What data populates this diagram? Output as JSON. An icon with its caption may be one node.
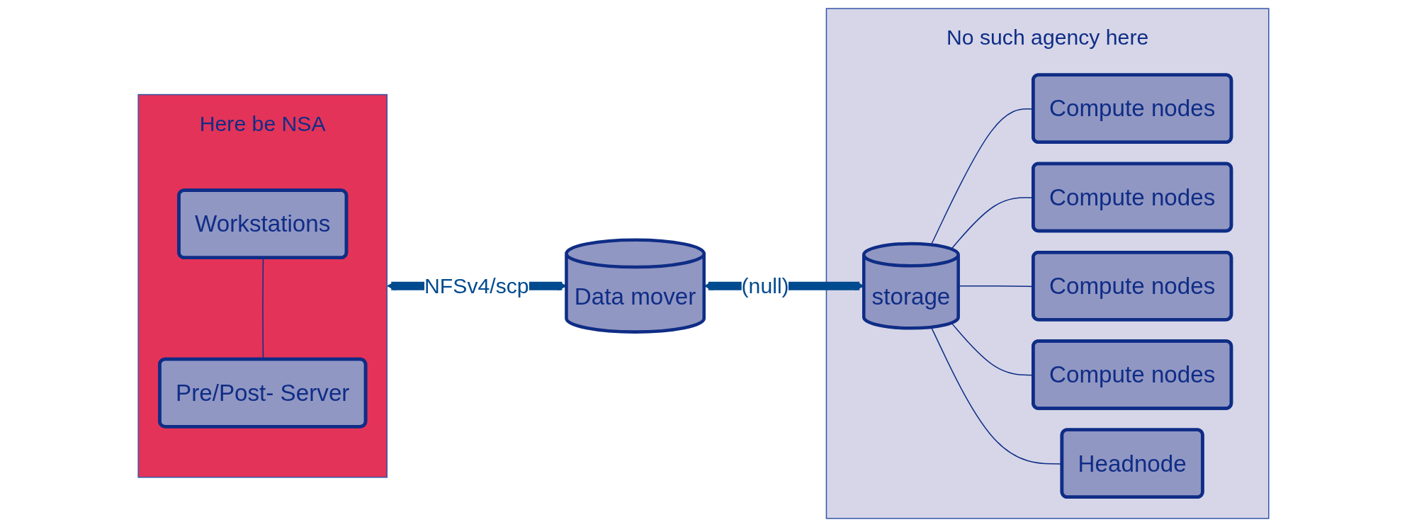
{
  "diagram": {
    "nodes": [
      {
        "text": [
          "Here be NSA"
        ]
      },
      {
        "text": [
          "Workstations"
        ],
        "in": 0
      },
      {
        "text": [
          "Pre/Post- Server"
        ],
        "in": 0
      },
      {
        "text": [
          "Data mover"
        ]
      },
      {
        "text": [
          "No such agency here"
        ]
      },
      {
        "text": [
          "storage"
        ],
        "in": 4
      },
      {
        "text": [
          "Compute nodes"
        ],
        "in": 4
      },
      {
        "text": [
          "Compute nodes"
        ],
        "in": 4
      },
      {
        "text": [
          "Compute nodes"
        ],
        "in": 4
      },
      {
        "text": [
          "Compute nodes"
        ],
        "in": 4
      },
      {
        "text": [
          "Headnode"
        ],
        "in": 4
      }
    ],
    "edges": [
      {
        "from": 1,
        "to": 2,
        "arrow": "none"
      },
      {
        "from": 0,
        "to": 3,
        "arrow": "both",
        "label": "NFSv4/scp",
        "style": "thick",
        "color": "#004a8f"
      },
      {
        "from": 3,
        "to": 5,
        "arrow": "both",
        "label": "(null)",
        "style": "thick",
        "color": "#004a8f"
      },
      {
        "from": 5,
        "to": 6,
        "arrow": "none"
      },
      {
        "from": 5,
        "to": 7,
        "arrow": "none"
      },
      {
        "from": 5,
        "to": 8,
        "arrow": "none"
      },
      {
        "from": 5,
        "to": 9,
        "arrow": "none"
      },
      {
        "from": 5,
        "to": 10,
        "arrow": "none"
      }
    ]
  }
}
